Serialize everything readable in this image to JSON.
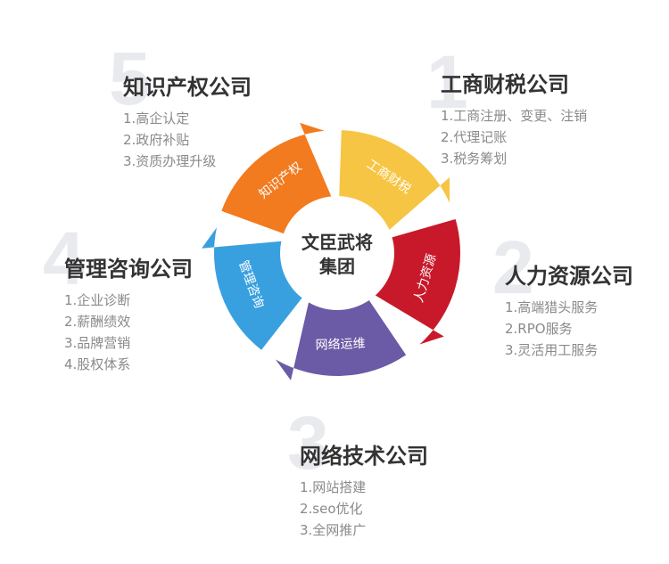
{
  "center": {
    "line1": "文臣武将",
    "line2": "集团"
  },
  "segments": [
    {
      "label": "工商财税",
      "color": "#f7c544"
    },
    {
      "label": "人力资源",
      "color": "#c8192a"
    },
    {
      "label": "网络运维",
      "color": "#6b5aa6"
    },
    {
      "label": "管理咨询",
      "color": "#39a0e0"
    },
    {
      "label": "知识产权",
      "color": "#f27a1f"
    }
  ],
  "companies": [
    {
      "number": "1",
      "title": "工商财税公司",
      "items": [
        "1.工商注册、变更、注销",
        "2.代理记账",
        "3.税务筹划"
      ]
    },
    {
      "number": "2",
      "title": "人力资源公司",
      "items": [
        "1.高端猎头服务",
        "2.RPO服务",
        "3.灵活用工服务"
      ]
    },
    {
      "number": "3",
      "title": "网络技术公司",
      "items": [
        "1.网站搭建",
        "2.seo优化",
        "3.全网推广"
      ]
    },
    {
      "number": "4",
      "title": "管理咨询公司",
      "items": [
        "1.企业诊断",
        "2.薪酬绩效",
        "3.品牌营销",
        "4.股权体系"
      ]
    },
    {
      "number": "5",
      "title": "知识产权公司",
      "items": [
        "1.高企认定",
        "2.政府补贴",
        "3.资质办理升级"
      ]
    }
  ]
}
